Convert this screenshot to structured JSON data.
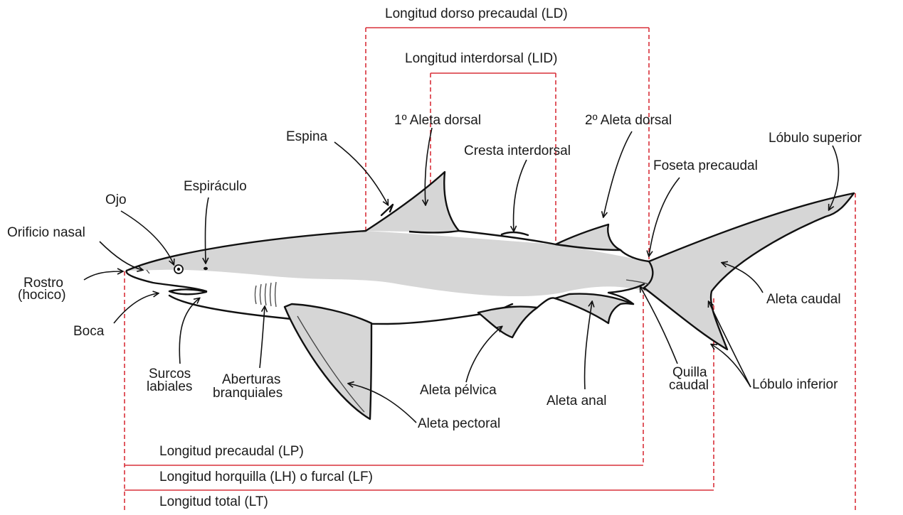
{
  "labels": {
    "ld": "Longitud dorso precaudal (LD)",
    "lid": "Longitud interdorsal (LID)",
    "primera_dorsal": "1º Aleta dorsal",
    "segunda_dorsal": "2º Aleta dorsal",
    "espina": "Espina",
    "cresta_interdorsal": "Cresta interdorsal",
    "lobulo_superior": "Lóbulo superior",
    "foseta_precaudal": "Foseta precaudal",
    "espiraculo": "Espiráculo",
    "ojo": "Ojo",
    "orificio_nasal": "Orificio nasal",
    "rostro_1": "Rostro",
    "rostro_2": "(hocico)",
    "boca": "Boca",
    "aleta_caudal": "Aleta caudal",
    "surcos_1": "Surcos",
    "surcos_2": "labiales",
    "aberturas_1": "Aberturas",
    "aberturas_2": "branquiales",
    "quilla_1": "Quilla",
    "quilla_2": "caudal",
    "lobulo_inferior": "Lóbulo inferior",
    "aleta_pelvica": "Aleta pélvica",
    "aleta_anal": "Aleta anal",
    "aleta_pectoral": "Aleta pectoral",
    "lp": "Longitud precaudal (LP)",
    "lh": "Longitud horquilla (LH) o furcal (LF)",
    "lt": "Longitud total (LT)"
  },
  "colors": {
    "measurement_line": "#d9303a",
    "shark_fill": "#d6d6d6",
    "outline": "#111111"
  }
}
